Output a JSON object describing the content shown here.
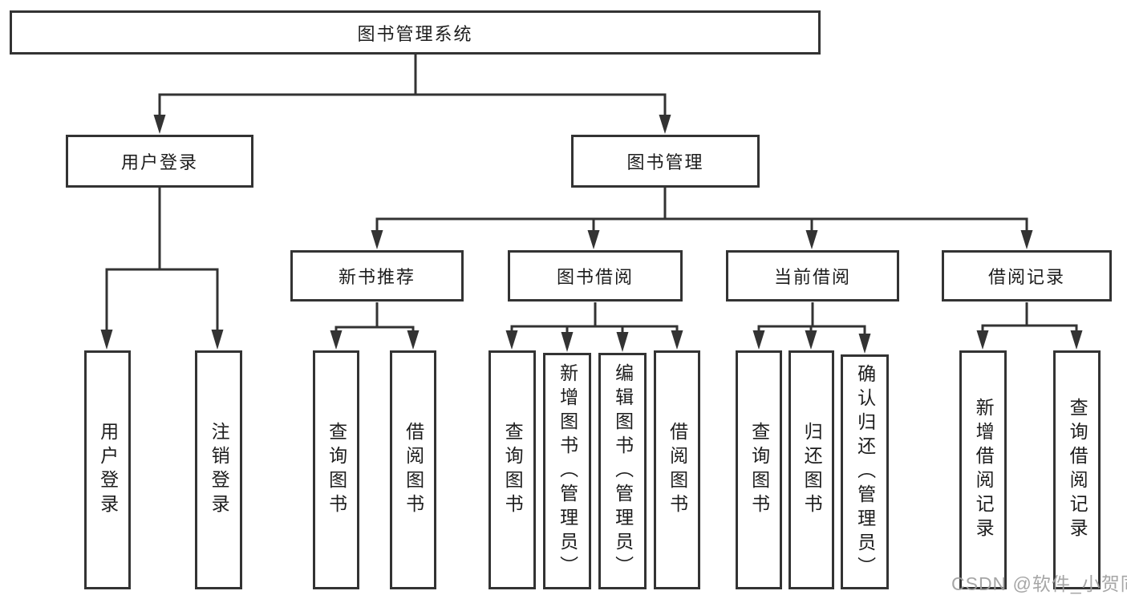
{
  "tree": {
    "root": {
      "label": "图书管理系统"
    },
    "branches": [
      {
        "label": "用户登录",
        "children": [
          "用户登录",
          "注销登录"
        ]
      },
      {
        "label": "图书管理",
        "groups": [
          {
            "label": "新书推荐",
            "children": [
              "查询图书",
              "借阅图书"
            ]
          },
          {
            "label": "图书借阅",
            "children": [
              "查询图书",
              "新增图书（管理员）",
              "编辑图书（管理员）",
              "借阅图书"
            ]
          },
          {
            "label": "当前借阅",
            "children": [
              "查询图书",
              "归还图书",
              "确认归还（管理员）"
            ]
          },
          {
            "label": "借阅记录",
            "children": [
              "新增借阅记录",
              "查询借阅记录"
            ]
          }
        ]
      }
    ]
  },
  "watermark": "CSDN @软件_小贺同学",
  "colors": {
    "line": "#333333",
    "box_border": "#333333",
    "text": "#1d1d1d",
    "watermark": "#9e9e9e",
    "background": "#ffffff"
  }
}
